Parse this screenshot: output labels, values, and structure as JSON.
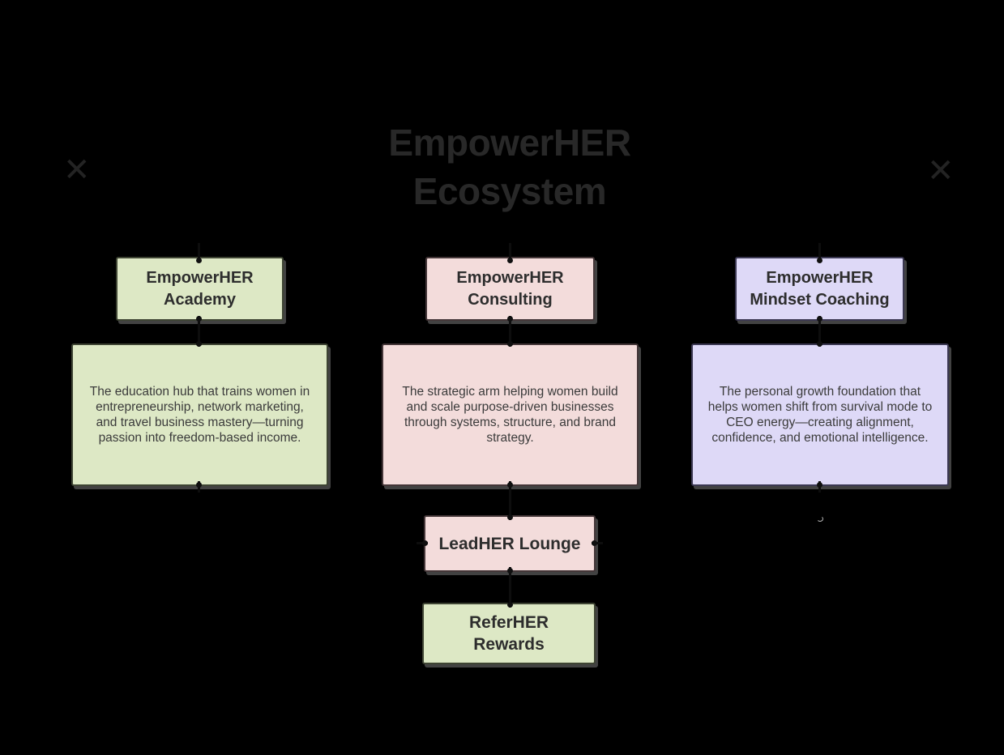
{
  "page": {
    "background_color": "#000000",
    "type": "ecosystem-flowchart"
  },
  "title": {
    "text": "EmpowerHER\nEcosystem",
    "color": "#282828"
  },
  "decorations": {
    "x_left": "✕",
    "x_right": "✕",
    "color": "#232323"
  },
  "palette": {
    "green_fill": "#dde8c5",
    "green_border": "#3e4433",
    "pink_fill": "#f3dcdb",
    "pink_border": "#443638",
    "purple_fill": "#ded9f7",
    "purple_border": "#3b3852",
    "shadow": "#424242",
    "connector": "#0d0d0d"
  },
  "columns": [
    {
      "id": "academy",
      "header": "EmpowerHER\nAcademy",
      "description": "The education hub that trains women in entrepreneurship, network marketing, and travel business mastery—turning passion into freedom-based income.",
      "color_fill": "#dde8c5",
      "color_border": "#3e4433"
    },
    {
      "id": "consulting",
      "header": "EmpowerHER\nConsulting",
      "description": "The strategic arm helping women build and scale purpose-driven businesses through systems, structure, and brand strategy.",
      "color_fill": "#f3dcdb",
      "color_border": "#443638"
    },
    {
      "id": "mindset",
      "header": "EmpowerHER\nMindset Coaching",
      "description": "The personal growth foundation that helps women shift from survival mode to CEO energy—creating alignment, confidence, and emotional intelligence.",
      "color_fill": "#ded9f7",
      "color_border": "#3b3852"
    }
  ],
  "bottom_nodes": [
    {
      "id": "leadher",
      "label": "LeadHER Lounge",
      "color_fill": "#f3dcdb",
      "color_border": "#443638"
    },
    {
      "id": "referher",
      "label": "ReferHER\nRewards",
      "color_fill": "#dde8c5",
      "color_border": "#3e4433"
    }
  ]
}
